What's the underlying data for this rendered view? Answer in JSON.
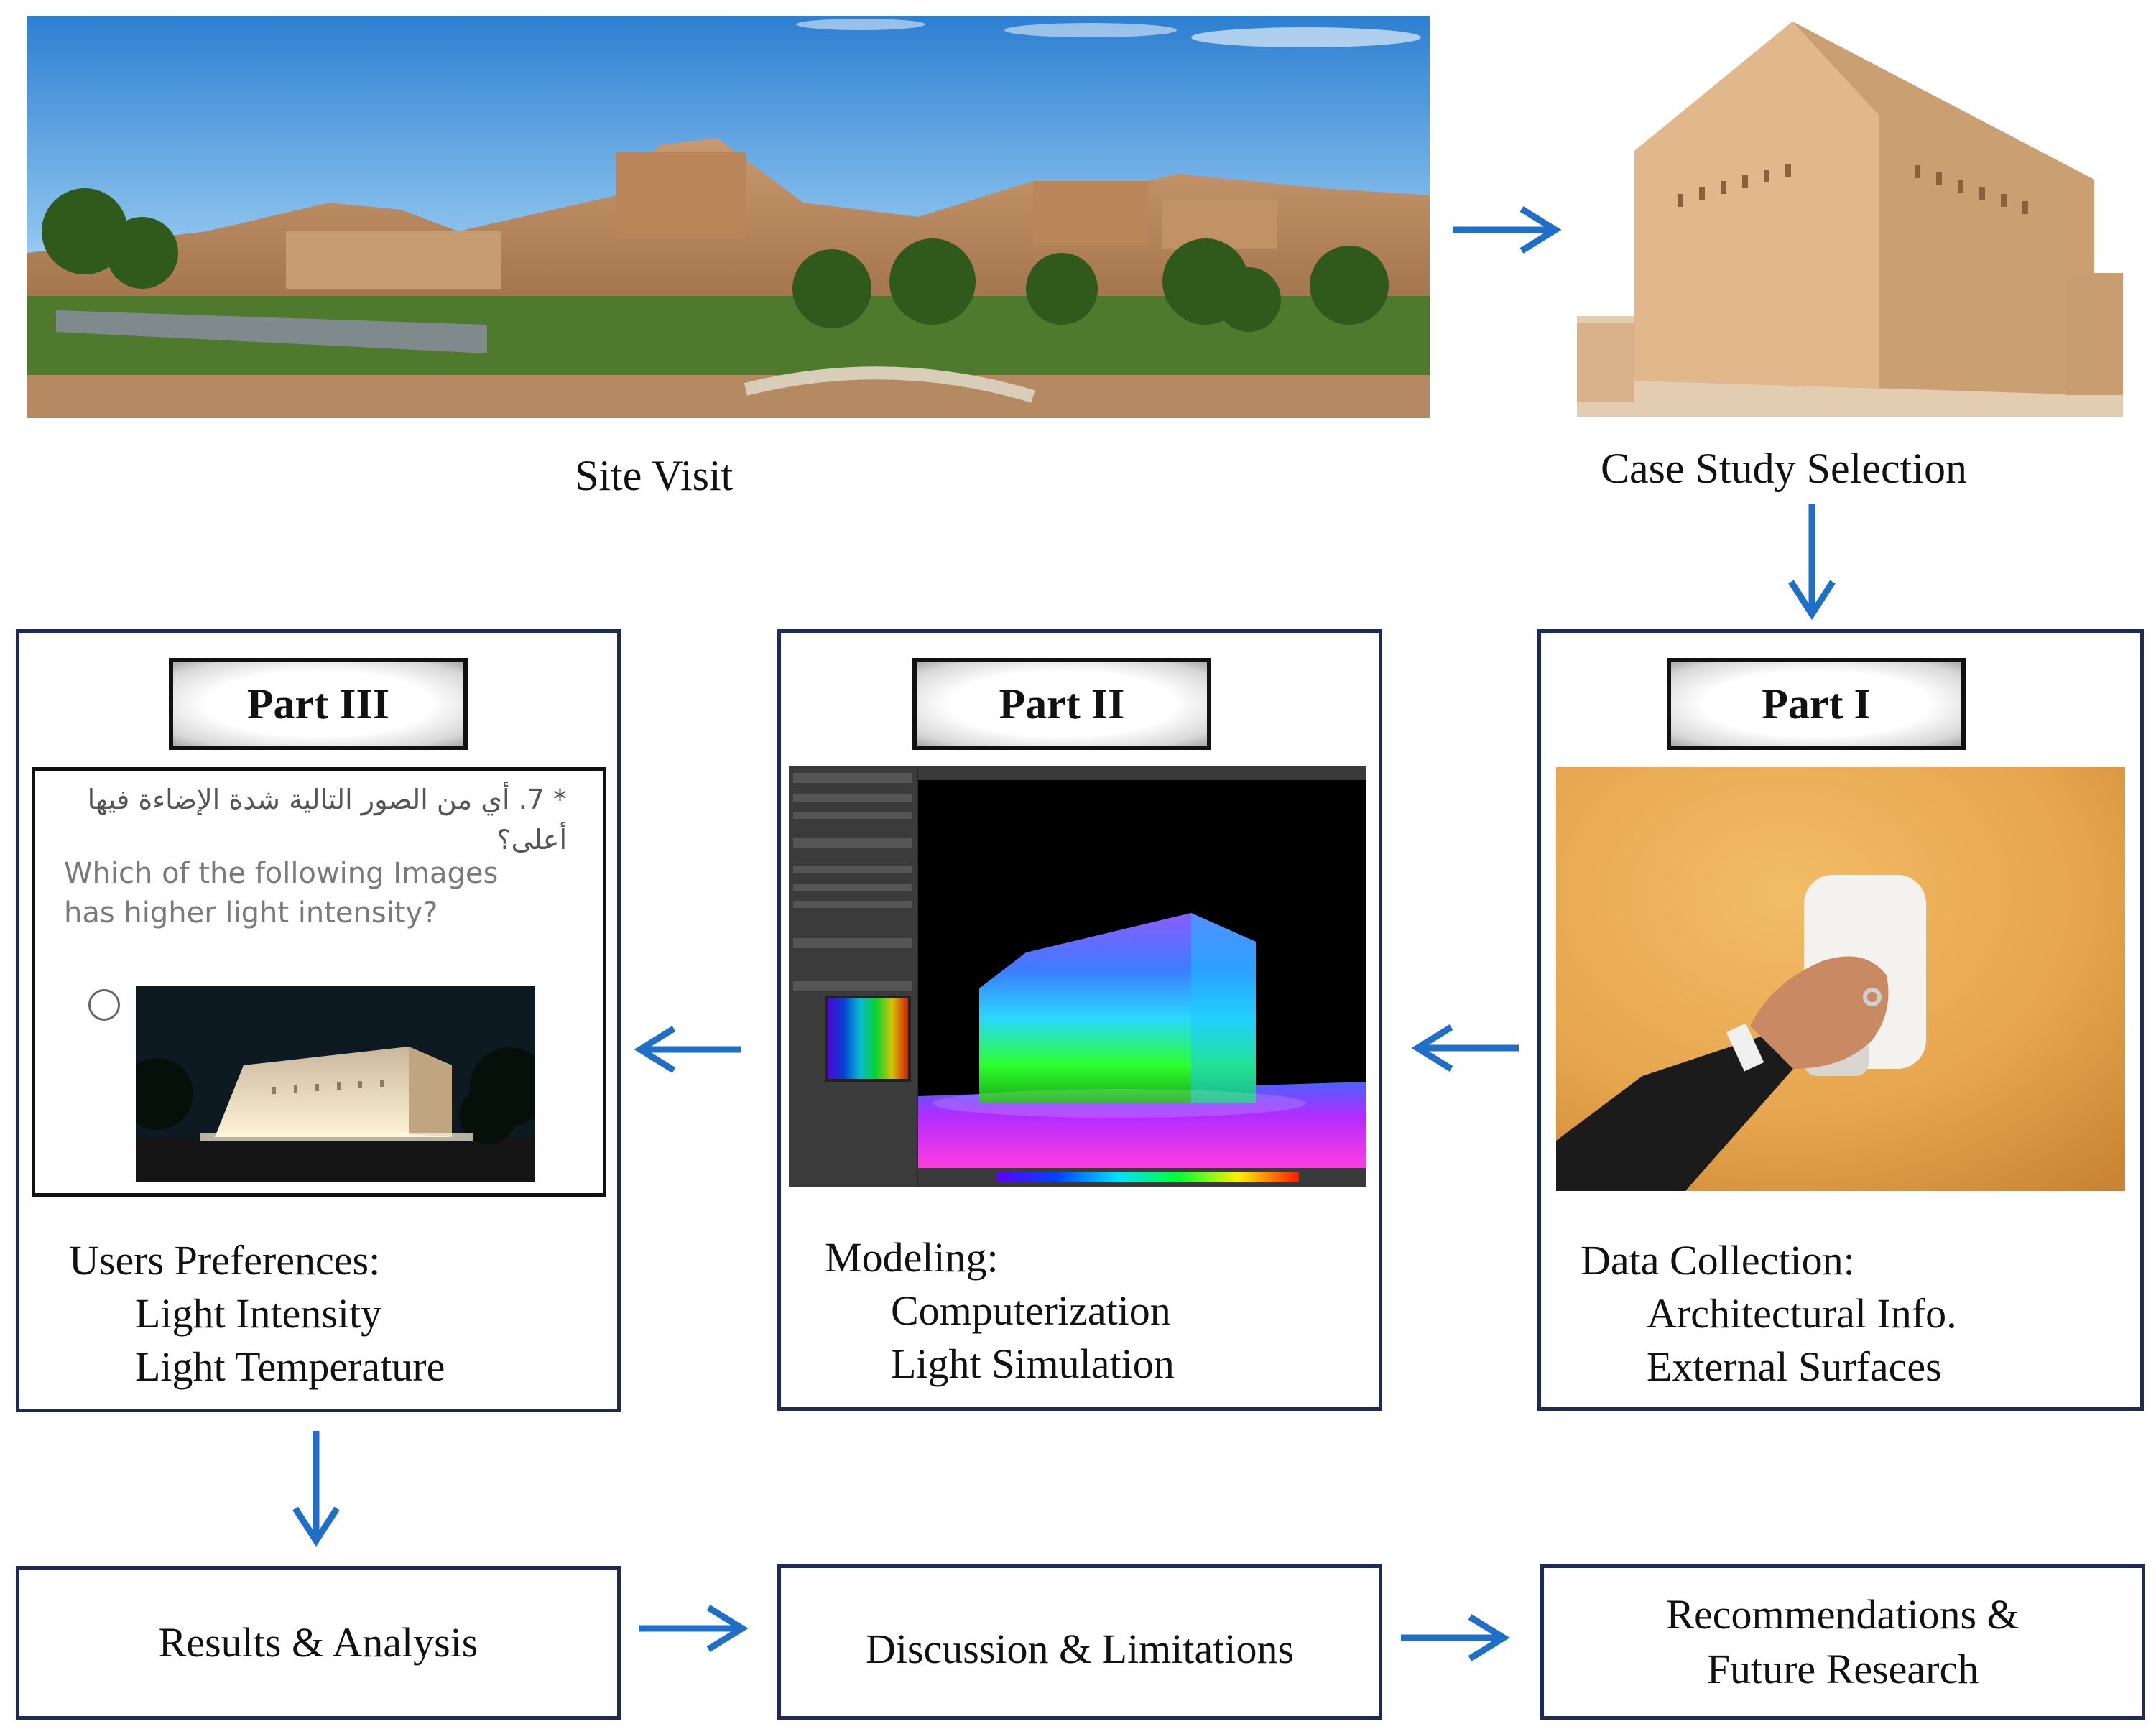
{
  "top": {
    "site_visit_caption": "Site Visit",
    "case_study_caption": "Case Study Selection"
  },
  "parts": {
    "part1": {
      "badge": "Part I",
      "heading": "Data Collection:",
      "line1": "Architectural Info.",
      "line2": "External Surfaces"
    },
    "part2": {
      "badge": "Part II",
      "heading": "Modeling:",
      "line1": "Computerization",
      "line2": "Light Simulation"
    },
    "part3": {
      "badge": "Part III",
      "heading": "Users Preferences:",
      "line1": "Light Intensity",
      "line2": "Light Temperature",
      "survey": {
        "arabic_question": "* 7. أي من الصور التالية شدة الإضاءة فيها أعلى؟",
        "english_question_line1": "Which of the following Images",
        "english_question_line2": "has higher light intensity?"
      }
    }
  },
  "bottom": {
    "results": "Results & Analysis",
    "discussion": "Discussion & Limitations",
    "recommendations_line1": "Recommendations &",
    "recommendations_line2": "Future Research"
  },
  "colors": {
    "arrow": "#1f6fc9",
    "box_border": "#1d2b57"
  }
}
